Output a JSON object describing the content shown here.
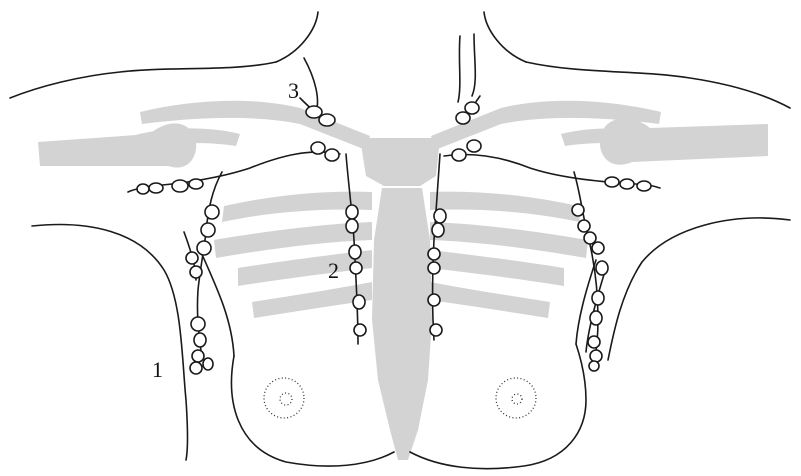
{
  "labels": {
    "axillary": "1",
    "internal_mammary": "2",
    "supraclavicular": "3"
  },
  "colors": {
    "bone": "#d3d3d3",
    "outline": "#1a1a1a",
    "node_fill": "#ffffff"
  }
}
